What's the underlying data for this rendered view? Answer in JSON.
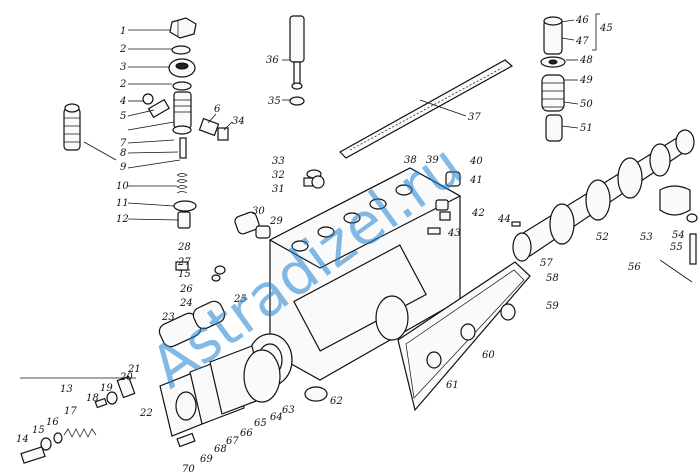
{
  "figure": {
    "watermark": "Astradizel.ru",
    "callouts": [
      {
        "id": "c1",
        "text": "1"
      },
      {
        "id": "c2a",
        "text": "2"
      },
      {
        "id": "c3",
        "text": "3"
      },
      {
        "id": "c2b",
        "text": "2"
      },
      {
        "id": "c4",
        "text": "4"
      },
      {
        "id": "c5",
        "text": "5"
      },
      {
        "id": "c6",
        "text": "6"
      },
      {
        "id": "c7",
        "text": "7"
      },
      {
        "id": "c8",
        "text": "8"
      },
      {
        "id": "c9",
        "text": "9"
      },
      {
        "id": "c10",
        "text": "10"
      },
      {
        "id": "c11",
        "text": "11"
      },
      {
        "id": "c12",
        "text": "12"
      },
      {
        "id": "c13",
        "text": "13"
      },
      {
        "id": "c14",
        "text": "14"
      },
      {
        "id": "c15",
        "text": "15"
      },
      {
        "id": "c15b",
        "text": "15"
      },
      {
        "id": "c16",
        "text": "16"
      },
      {
        "id": "c17",
        "text": "17"
      },
      {
        "id": "c18",
        "text": "18"
      },
      {
        "id": "c19",
        "text": "19"
      },
      {
        "id": "c20",
        "text": "20"
      },
      {
        "id": "c21",
        "text": "21"
      },
      {
        "id": "c22",
        "text": "22"
      },
      {
        "id": "c23",
        "text": "23"
      },
      {
        "id": "c24",
        "text": "24"
      },
      {
        "id": "c25",
        "text": "25"
      },
      {
        "id": "c26",
        "text": "26"
      },
      {
        "id": "c27",
        "text": "27"
      },
      {
        "id": "c28",
        "text": "28"
      },
      {
        "id": "c29",
        "text": "29"
      },
      {
        "id": "c30",
        "text": "30"
      },
      {
        "id": "c31",
        "text": "31"
      },
      {
        "id": "c32",
        "text": "32"
      },
      {
        "id": "c33",
        "text": "33"
      },
      {
        "id": "c34",
        "text": "34"
      },
      {
        "id": "c35",
        "text": "35"
      },
      {
        "id": "c36",
        "text": "36"
      },
      {
        "id": "c37",
        "text": "37"
      },
      {
        "id": "c38",
        "text": "38"
      },
      {
        "id": "c39",
        "text": "39"
      },
      {
        "id": "c40",
        "text": "40"
      },
      {
        "id": "c41",
        "text": "41"
      },
      {
        "id": "c42",
        "text": "42"
      },
      {
        "id": "c43",
        "text": "43"
      },
      {
        "id": "c44",
        "text": "44"
      },
      {
        "id": "c45",
        "text": "45"
      },
      {
        "id": "c46",
        "text": "46"
      },
      {
        "id": "c47",
        "text": "47"
      },
      {
        "id": "c48",
        "text": "48"
      },
      {
        "id": "c49",
        "text": "49"
      },
      {
        "id": "c50",
        "text": "50"
      },
      {
        "id": "c51",
        "text": "51"
      },
      {
        "id": "c52",
        "text": "52"
      },
      {
        "id": "c53",
        "text": "53"
      },
      {
        "id": "c54",
        "text": "54"
      },
      {
        "id": "c55",
        "text": "55"
      },
      {
        "id": "c56",
        "text": "56"
      },
      {
        "id": "c57",
        "text": "57"
      },
      {
        "id": "c58",
        "text": "58"
      },
      {
        "id": "c59",
        "text": "59"
      },
      {
        "id": "c60",
        "text": "60"
      },
      {
        "id": "c61",
        "text": "61"
      },
      {
        "id": "c62",
        "text": "62"
      },
      {
        "id": "c63",
        "text": "63"
      },
      {
        "id": "c64",
        "text": "64"
      },
      {
        "id": "c65",
        "text": "65"
      },
      {
        "id": "c66",
        "text": "66"
      },
      {
        "id": "c67",
        "text": "67"
      },
      {
        "id": "c68",
        "text": "68"
      },
      {
        "id": "c69",
        "text": "69"
      },
      {
        "id": "c70",
        "text": "70"
      }
    ]
  }
}
